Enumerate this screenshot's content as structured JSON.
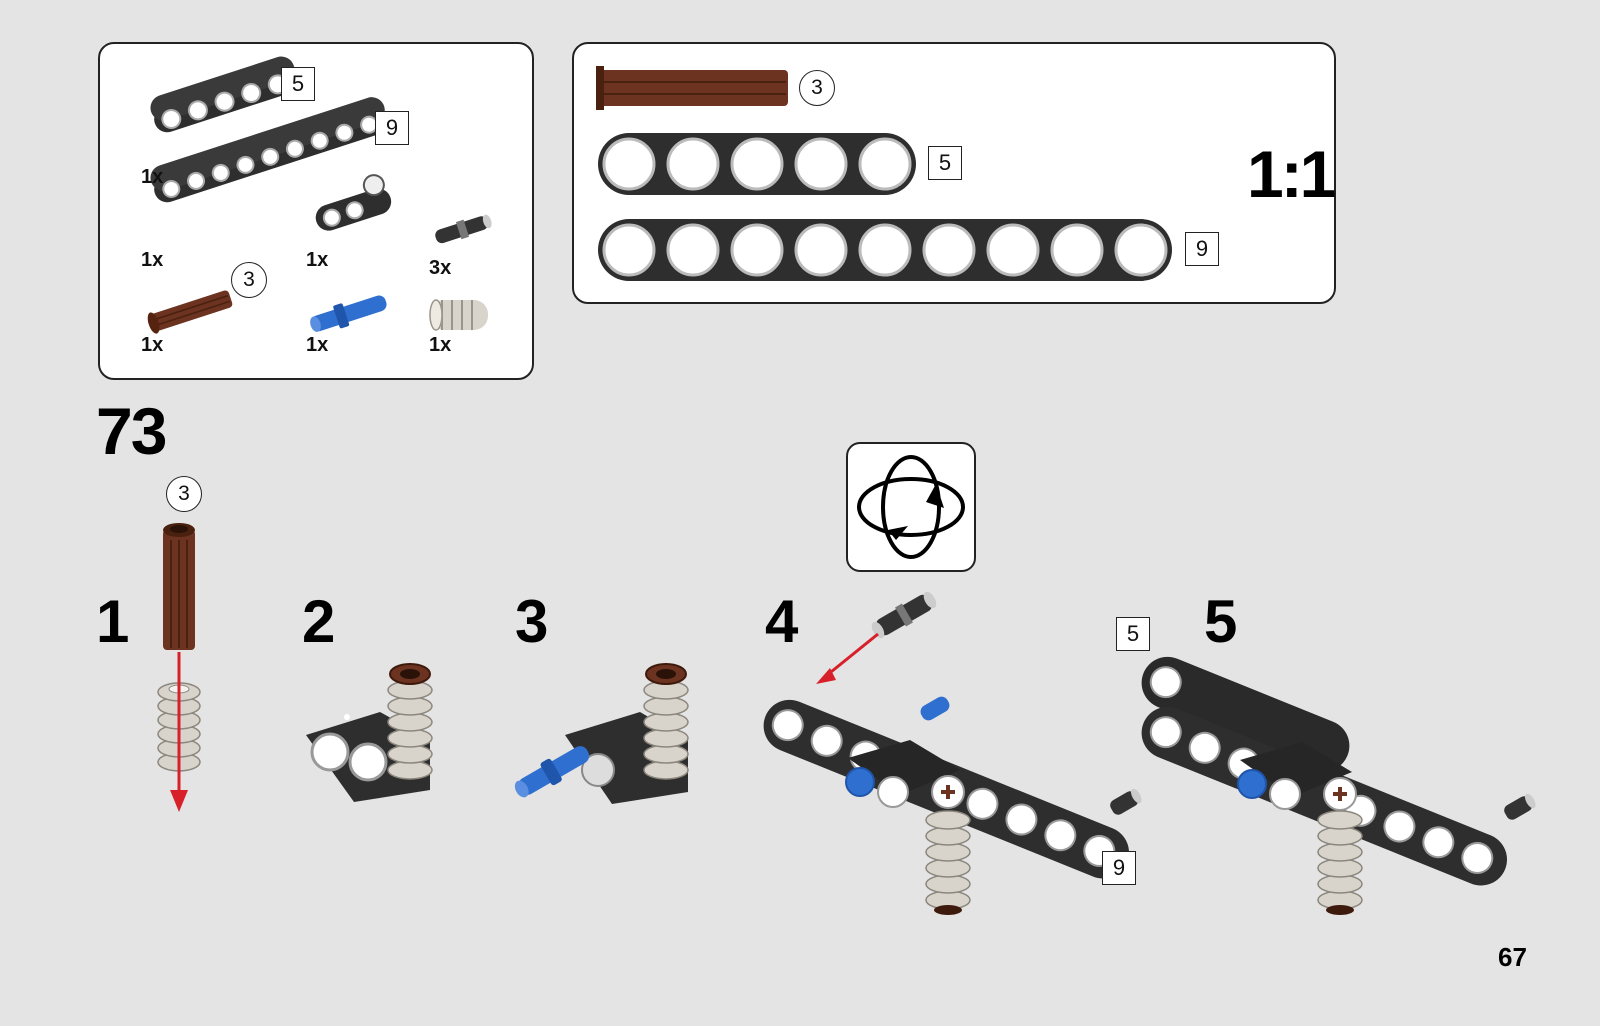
{
  "parts_list": {
    "items": [
      {
        "name": "beam-5",
        "length_label": "5",
        "qty": "1x"
      },
      {
        "name": "beam-9",
        "length_label": "9",
        "qty": "1x"
      },
      {
        "name": "cross-block",
        "qty": "1x"
      },
      {
        "name": "pin-short-gray",
        "qty": "3x"
      },
      {
        "name": "axle-brown",
        "length_label": "3",
        "qty": "1x"
      },
      {
        "name": "pin-blue-long",
        "qty": "1x"
      },
      {
        "name": "bush-ribbed",
        "qty": "1x"
      }
    ]
  },
  "scale_panel": {
    "axle_label": "3",
    "beam5_label": "5",
    "beam9_label": "9",
    "scale_text": "1:1"
  },
  "step": {
    "number": "73",
    "sub_steps": [
      "1",
      "2",
      "3",
      "4",
      "5"
    ],
    "axle_callout": "3",
    "beam5_callout": "5",
    "beam9_callout": "9"
  },
  "page_number": "67",
  "colors": {
    "beam": "#2e2e2e",
    "brown": "#6b3320",
    "blue": "#2f6fd0",
    "arrow": "#d8202a",
    "background": "#e3e4e3"
  },
  "icons": [
    "rotate-model-icon"
  ]
}
